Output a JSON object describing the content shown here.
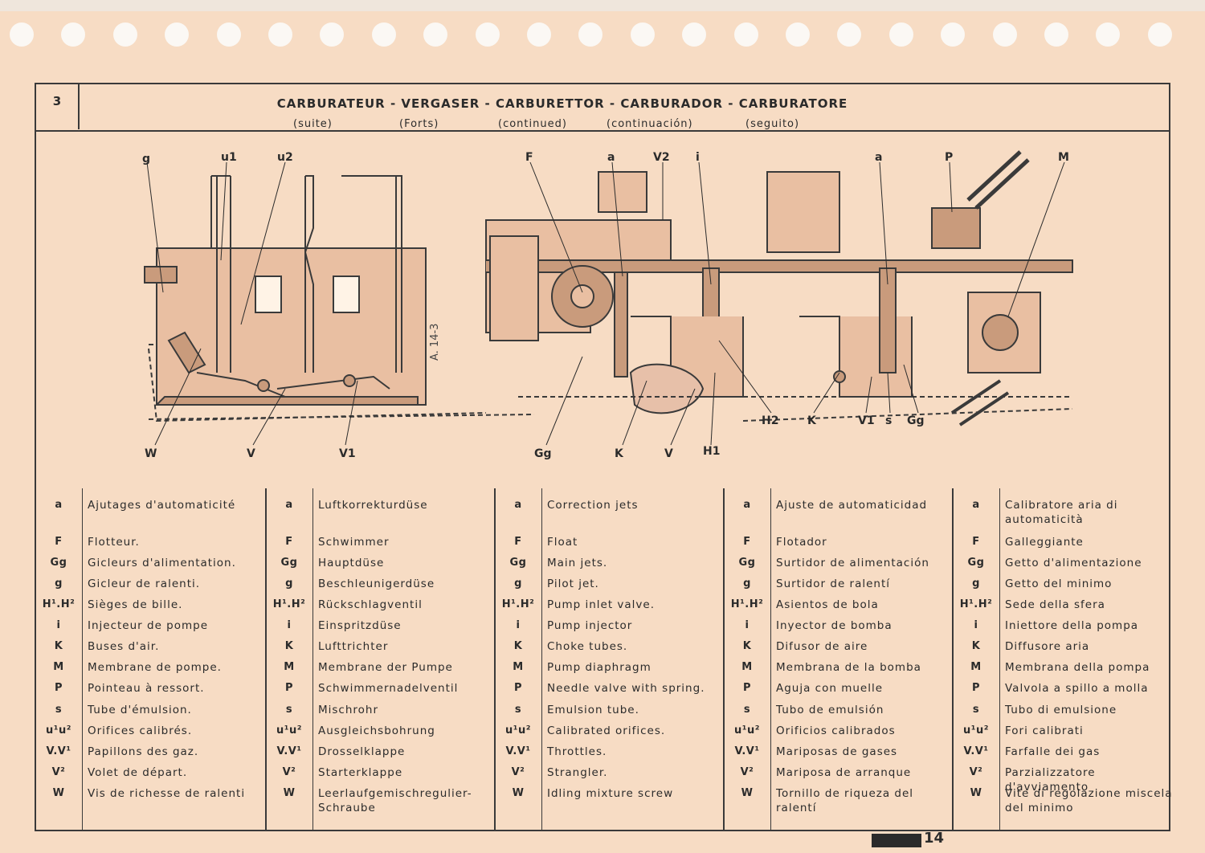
{
  "section_number": "3",
  "title": "CARBURATEUR - VERGASER - CARBURETTOR - CARBURADOR - CARBURATORE",
  "subtitles": [
    "(suite)",
    "(Forts)",
    "(continued)",
    "(continuación)",
    "(seguito)"
  ],
  "diagram_labels": {
    "left": [
      "g",
      "u1",
      "u2",
      "W",
      "V",
      "V1"
    ],
    "right_top": [
      "F",
      "a",
      "V2",
      "i",
      "a",
      "P",
      "M"
    ],
    "right_bottom": [
      "Gg",
      "K",
      "V",
      "H1",
      "H2",
      "K",
      "V1",
      "s",
      "Gg"
    ],
    "stamp": "A. 14-3"
  },
  "legend_columns": [
    {
      "language": "French",
      "rows": [
        {
          "sym": "a",
          "text": "Ajutages d'automaticité"
        },
        {
          "sym": "F",
          "text": "Flotteur."
        },
        {
          "sym": "Gg",
          "text": "Gicleurs d'alimentation."
        },
        {
          "sym": "g",
          "text": "Gicleur de ralenti."
        },
        {
          "sym": "H¹.H²",
          "text": "Sièges de bille."
        },
        {
          "sym": "i",
          "text": "Injecteur de pompe"
        },
        {
          "sym": "K",
          "text": "Buses d'air."
        },
        {
          "sym": "M",
          "text": "Membrane de pompe."
        },
        {
          "sym": "P",
          "text": "Pointeau à ressort."
        },
        {
          "sym": "s",
          "text": "Tube d'émulsion."
        },
        {
          "sym": "u¹u²",
          "text": "Orifices calibrés."
        },
        {
          "sym": "V.V¹",
          "text": "Papillons des gaz."
        },
        {
          "sym": "V²",
          "text": "Volet de départ."
        },
        {
          "sym": "W",
          "text": "Vis de richesse de ralenti"
        }
      ]
    },
    {
      "language": "German",
      "rows": [
        {
          "sym": "a",
          "text": "Luftkorrekturdüse"
        },
        {
          "sym": "F",
          "text": "Schwimmer"
        },
        {
          "sym": "Gg",
          "text": "Hauptdüse"
        },
        {
          "sym": "g",
          "text": "Beschleunigerdüse"
        },
        {
          "sym": "H¹.H²",
          "text": "Rückschlagventil"
        },
        {
          "sym": "i",
          "text": "Einspritzdüse"
        },
        {
          "sym": "K",
          "text": "Lufttrichter"
        },
        {
          "sym": "M",
          "text": "Membrane der Pumpe"
        },
        {
          "sym": "P",
          "text": "Schwimmernadelventil"
        },
        {
          "sym": "s",
          "text": "Mischrohr"
        },
        {
          "sym": "u¹u²",
          "text": "Ausgleichsbohrung"
        },
        {
          "sym": "V.V¹",
          "text": "Drosselklappe"
        },
        {
          "sym": "V²",
          "text": "Starterklappe"
        },
        {
          "sym": "W",
          "text": "Leerlaufgemischregulier-Schraube"
        }
      ]
    },
    {
      "language": "English",
      "rows": [
        {
          "sym": "a",
          "text": "Correction jets"
        },
        {
          "sym": "F",
          "text": "Float"
        },
        {
          "sym": "Gg",
          "text": "Main jets."
        },
        {
          "sym": "g",
          "text": "Pilot jet."
        },
        {
          "sym": "H¹.H²",
          "text": "Pump inlet valve."
        },
        {
          "sym": "i",
          "text": "Pump injector"
        },
        {
          "sym": "K",
          "text": "Choke tubes."
        },
        {
          "sym": "M",
          "text": "Pump diaphragm"
        },
        {
          "sym": "P",
          "text": "Needle valve with spring."
        },
        {
          "sym": "s",
          "text": "Emulsion tube."
        },
        {
          "sym": "u¹u²",
          "text": "Calibrated orifices."
        },
        {
          "sym": "V.V¹",
          "text": "Throttles."
        },
        {
          "sym": "V²",
          "text": "Strangler."
        },
        {
          "sym": "W",
          "text": "Idling mixture screw"
        }
      ]
    },
    {
      "language": "Spanish",
      "rows": [
        {
          "sym": "a",
          "text": "Ajuste de automaticidad"
        },
        {
          "sym": "F",
          "text": "Flotador"
        },
        {
          "sym": "Gg",
          "text": "Surtidor de alimentación"
        },
        {
          "sym": "g",
          "text": "Surtidor de ralentí"
        },
        {
          "sym": "H¹.H²",
          "text": "Asientos de bola"
        },
        {
          "sym": "i",
          "text": "Inyector de bomba"
        },
        {
          "sym": "K",
          "text": "Difusor de aire"
        },
        {
          "sym": "M",
          "text": "Membrana de la bomba"
        },
        {
          "sym": "P",
          "text": "Aguja con muelle"
        },
        {
          "sym": "s",
          "text": "Tubo de emulsión"
        },
        {
          "sym": "u¹u²",
          "text": "Orificios calibrados"
        },
        {
          "sym": "V.V¹",
          "text": "Mariposas de gases"
        },
        {
          "sym": "V²",
          "text": "Mariposa de arranque"
        },
        {
          "sym": "W",
          "text": "Tornillo de riqueza del ralentí"
        }
      ]
    },
    {
      "language": "Italian",
      "rows": [
        {
          "sym": "a",
          "text": "Calibratore aria di automaticità"
        },
        {
          "sym": "F",
          "text": "Galleggiante"
        },
        {
          "sym": "Gg",
          "text": "Getto d'alimentazione"
        },
        {
          "sym": "g",
          "text": "Getto del minimo"
        },
        {
          "sym": "H¹.H²",
          "text": "Sede della sfera"
        },
        {
          "sym": "i",
          "text": "Iniettore della pompa"
        },
        {
          "sym": "K",
          "text": "Diffusore aria"
        },
        {
          "sym": "M",
          "text": "Membrana della pompa"
        },
        {
          "sym": "P",
          "text": "Valvola a spillo a molla"
        },
        {
          "sym": "s",
          "text": "Tubo di emulsione"
        },
        {
          "sym": "u¹u²",
          "text": "Fori calibrati"
        },
        {
          "sym": "V.V¹",
          "text": "Farfalle dei gas"
        },
        {
          "sym": "V²",
          "text": "Parzializzatore d'avviamento"
        },
        {
          "sym": "W",
          "text": "Vite di regolazione miscela del minimo"
        }
      ]
    }
  ],
  "page_number": "14"
}
